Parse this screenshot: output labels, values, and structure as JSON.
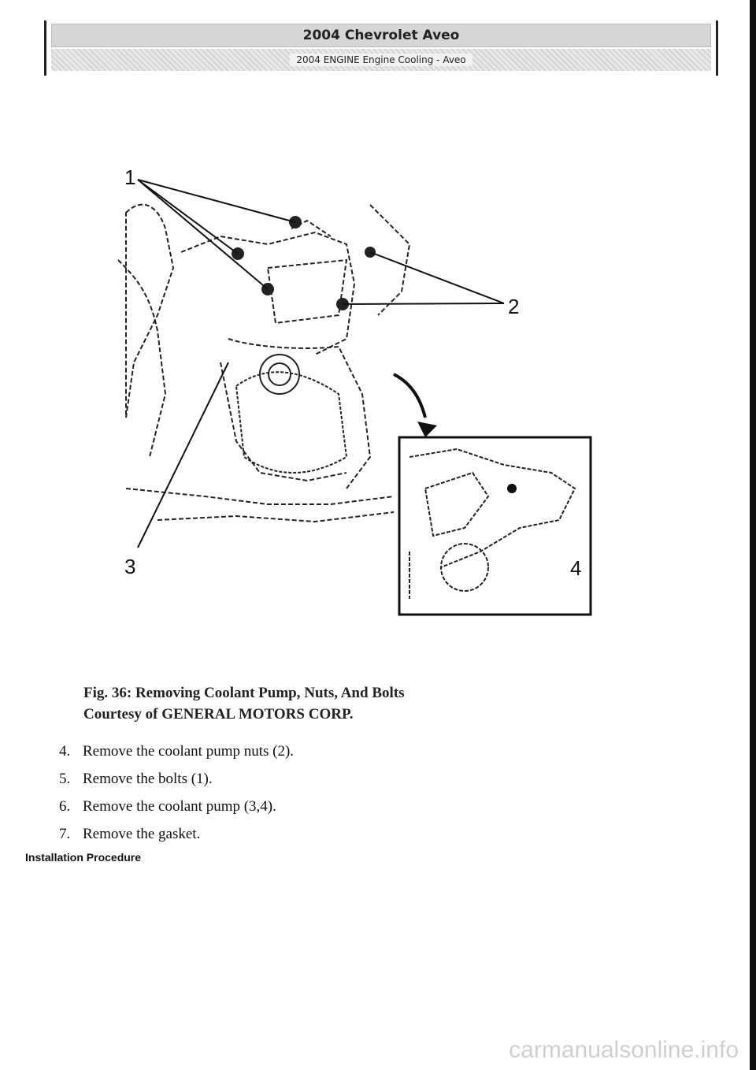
{
  "header": {
    "title": "2004 Chevrolet Aveo",
    "subtitle": "2004 ENGINE Engine Cooling - Aveo"
  },
  "figure": {
    "callouts": [
      "1",
      "2",
      "3",
      "4"
    ],
    "caption_line1": "Fig. 36: Removing Coolant Pump, Nuts, And Bolts",
    "caption_line2": "Courtesy of GENERAL MOTORS CORP."
  },
  "steps": [
    {
      "num": "4.",
      "text": "Remove the coolant pump nuts (2)."
    },
    {
      "num": "5.",
      "text": "Remove the bolts (1)."
    },
    {
      "num": "6.",
      "text": "Remove the coolant pump (3,4)."
    },
    {
      "num": "7.",
      "text": "Remove the gasket."
    }
  ],
  "section_heading": "Installation Procedure",
  "watermark": "carmanualsonline.info"
}
